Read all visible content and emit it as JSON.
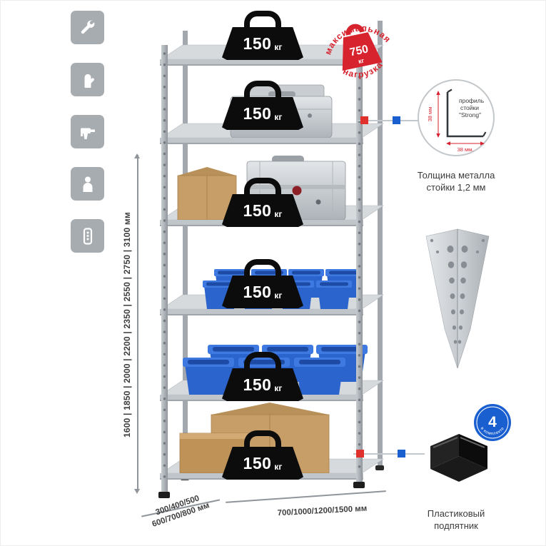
{
  "shelf_unit": {
    "shelf_count": 6,
    "shelf_load": {
      "value": "150",
      "unit": "кг"
    }
  },
  "max_load_stamp": {
    "arc_top": "максимальная",
    "arc_bottom": "нагрузка",
    "value": "750",
    "unit": "кг"
  },
  "dimensions": {
    "heights": "1600 | 1850 | 2000 | 2200 | 2350 | 2550 | 2750 | 3100 мм",
    "depths_line1": "300/400/500",
    "depths_line2": "600/700/800 мм",
    "widths": "700/1000/1200/1500 мм"
  },
  "profile_detail": {
    "label_line1": "профиль",
    "label_line2": "стойки",
    "label_line3": "\"Strong\"",
    "dim_vertical": "38 мм",
    "dim_horizontal": "38 мм.",
    "caption_line1": "Толщина металла",
    "caption_line2": "стойки 1,2 мм"
  },
  "foot_detail": {
    "badge_value": "4",
    "badge_arc": "в комплекте",
    "caption_line1": "Пластиковый",
    "caption_line2": "подпятник"
  },
  "side_icons": [
    {
      "name": "wrench-icon"
    },
    {
      "name": "glove-icon"
    },
    {
      "name": "drill-icon"
    },
    {
      "name": "person-icon"
    },
    {
      "name": "perforated-post-icon"
    }
  ],
  "colors": {
    "accent_red": "#d6232e",
    "accent_blue": "#1a5fd0",
    "bin_blue": "#2b64cc",
    "metal_gray": "#c6cacd",
    "weight_black": "#0c0c0c"
  }
}
